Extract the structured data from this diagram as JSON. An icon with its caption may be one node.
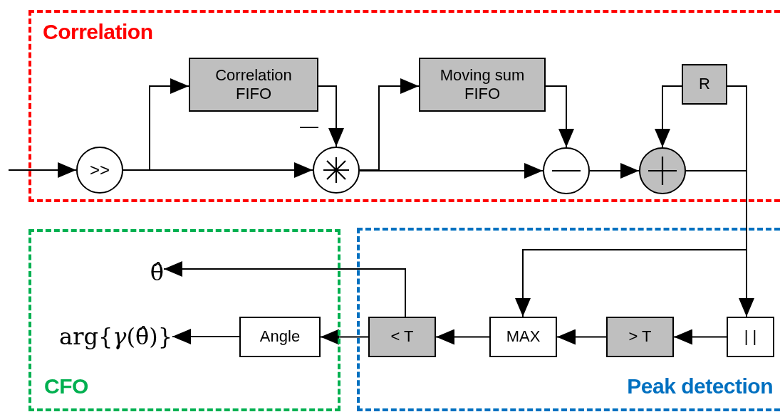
{
  "diagram": {
    "nodes": [
      {
        "text": [
          "Correlation"
        ]
      },
      {
        "text": [
          "CFO"
        ]
      },
      {
        "text": [
          "Peak detection"
        ]
      },
      {
        "text": [
          ">>"
        ],
        "in": 0
      },
      {
        "text": [
          "Correlation FIFO"
        ],
        "in": 0
      },
      {
        "text": [],
        "shape": "circle",
        "in": 0,
        "beside": [
          "—"
        ]
      },
      {
        "text": [
          "Moving sum FIFO"
        ],
        "in": 0
      },
      {
        "text": [],
        "shape": "circle",
        "in": 0
      },
      {
        "text": [],
        "shape": "circle",
        "in": 0
      },
      {
        "text": [
          "R"
        ],
        "in": 0
      },
      {
        "text": [
          "| |"
        ],
        "in": 2
      },
      {
        "text": [
          "> T"
        ],
        "in": 2
      },
      {
        "text": [
          "MAX"
        ],
        "in": 2
      },
      {
        "text": [
          "< T"
        ],
        "in": 2
      },
      {
        "text": [
          "Angle"
        ],
        "in": 1
      },
      {
        "text": [
          "θ̂"
        ],
        "in": 1
      },
      {
        "text": [
          "arg{*γ*(θ̂)}"
        ],
        "in": 1
      }
    ],
    "edges": [
      {
        "from": null,
        "to": 3,
        "arrow": "to"
      },
      {
        "from": 3,
        "to": 4,
        "arrow": "to"
      },
      {
        "from": 3,
        "to": 5,
        "arrow": "to"
      },
      {
        "from": 4,
        "to": 5,
        "arrow": "to"
      },
      {
        "from": 5,
        "to": 6,
        "arrow": "to"
      },
      {
        "from": 5,
        "to": 7,
        "arrow": "to"
      },
      {
        "from": 6,
        "to": 7,
        "arrow": "to"
      },
      {
        "from": 7,
        "to": 8,
        "arrow": "to"
      },
      {
        "from": 9,
        "to": 8,
        "arrow": "to"
      },
      {
        "from": 8,
        "to": 9,
        "arrow": "none"
      },
      {
        "from": 8,
        "to": 10,
        "arrow": "to"
      },
      {
        "from": 8,
        "to": 12,
        "arrow": "to"
      },
      {
        "from": 10,
        "to": 11,
        "arrow": "to"
      },
      {
        "from": 11,
        "to": 12,
        "arrow": "to"
      },
      {
        "from": 12,
        "to": 13,
        "arrow": "to"
      },
      {
        "from": 13,
        "to": 14,
        "arrow": "to"
      },
      {
        "from": 13,
        "to": 15,
        "arrow": "to"
      },
      {
        "from": 14,
        "to": 16,
        "arrow": "to"
      }
    ]
  }
}
